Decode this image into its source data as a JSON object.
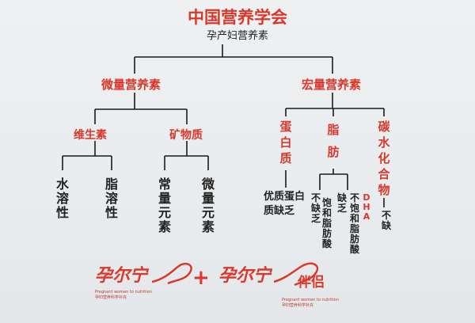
{
  "header": {
    "title": "中国营养学会",
    "subtitle": "孕产妇营养素"
  },
  "branches": {
    "micro": {
      "label": "微量营养素",
      "vitamins": {
        "label": "维生素",
        "items": [
          "水溶性",
          "脂溶性"
        ]
      },
      "minerals": {
        "label": "矿物质",
        "items": [
          "常量元素",
          "微量元素"
        ]
      }
    },
    "macro": {
      "label": "宏量营养素",
      "protein": {
        "label": "蛋白质",
        "note": "优质蛋白质缺乏"
      },
      "fat": {
        "label": "脂肪",
        "items": [
          "不缺乏",
          "饱和脂肪酸",
          "缺乏",
          "不饱和脂肪酸",
          "DHA"
        ]
      },
      "carbs": {
        "label": "碳水化合物",
        "note": "不缺"
      }
    }
  },
  "footer": {
    "brand1": "孕尔宁",
    "brand1_en": "Pregnant women to nutrition",
    "brand1_cn": "孕妇营养科学补充",
    "plus": "+",
    "brand2": "孕尔宁",
    "brand2_suffix": "伴侣",
    "brand2_en": "Pregnant women to nutrition",
    "brand2_cn": "孕妇营养科学补充"
  },
  "colors": {
    "accent": "#d9382b",
    "text": "#222222",
    "line": "#1a1a1a"
  }
}
